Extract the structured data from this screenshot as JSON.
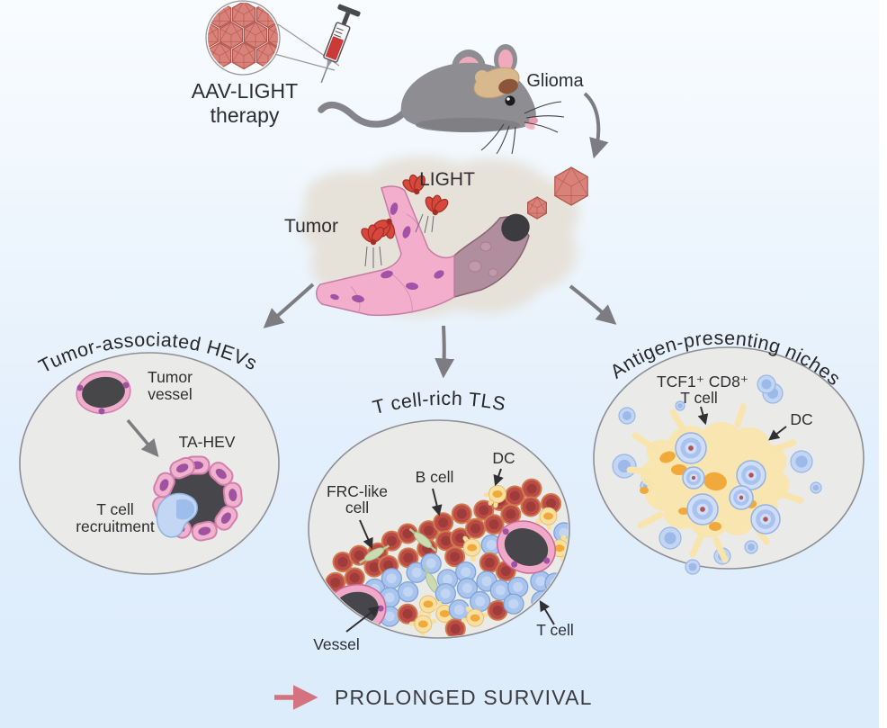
{
  "colors": {
    "background_top": "#f9fcff",
    "background_bottom": "#dcecfb",
    "panel_fill": "#eaebe9",
    "panel_stroke": "#8f8f93",
    "arrow_gray": "#7c7c81",
    "label_arrow_dark": "#303034",
    "survival_arrow_pink": "#d4737f",
    "text_dark": "#2e2e31",
    "aav_red": "#d9827a",
    "aav_red_line": "#b0544c",
    "light_red": "#d8473b",
    "vessel_pink": "#f2aecb",
    "vessel_mauve": "#b18e9d",
    "tcell_blue": "#a9c5ee",
    "tcell_blue_edge": "#7fa3d8",
    "bcell_maroon": "#bc4b48",
    "bcell_inner": "#9d3c39",
    "bcell_edge": "#cf7a4a",
    "dc_yellow": "#f7e0a2",
    "dc_orange": "#f2a93b",
    "frc_green": "#ccdcb2",
    "mouse_gray": "#8d8d92",
    "ear_pink": "#f0a9bd",
    "brain_tan": "#d8b88c",
    "glioma_brown": "#8a5538",
    "hev_cell_pink": "#efb3ce",
    "nucleus_purple": "#a051a0",
    "lumen_dark": "#47474b"
  },
  "header": {
    "therapy_label_line1": "AAV-LIGHT",
    "therapy_label_line2": "therapy",
    "glioma_label": "Glioma"
  },
  "tumor": {
    "tumor_label": "Tumor",
    "light_label": "LIGHT"
  },
  "panels": {
    "hev": {
      "title": "Tumor-associated HEVs",
      "tumor_vessel_line1": "Tumor",
      "tumor_vessel_line2": "vessel",
      "ta_hev_label": "TA-HEV",
      "recruitment_line1": "T cell",
      "recruitment_line2": "recruitment"
    },
    "tls": {
      "title": "T cell-rich TLS",
      "frc_line1": "FRC-like",
      "frc_line2": "cell",
      "b_cell_label": "B cell",
      "dc_label": "DC",
      "vessel_label": "Vessel",
      "t_cell_label": "T cell"
    },
    "apn": {
      "title": "Antigen-presenting niches",
      "tcf1_line1": "TCF1⁺ CD8⁺",
      "tcf1_line2": "T cell",
      "dc_label": "DC"
    }
  },
  "footer": {
    "survival_label": "PROLONGED SURVIVAL"
  }
}
